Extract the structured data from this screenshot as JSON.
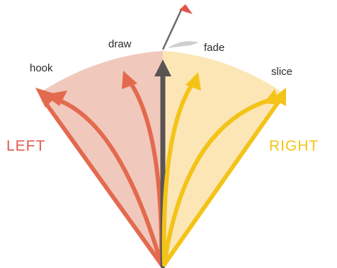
{
  "labels": {
    "hook": "hook",
    "draw": "draw",
    "fade": "fade",
    "slice": "slice",
    "left": "LEFT",
    "right": "RIGHT"
  },
  "colors": {
    "left_fill": "#f1c9bc",
    "right_fill": "#fde6b6",
    "left_arrow": "#e36a4f",
    "right_arrow": "#f4c318",
    "center_arrow": "#5b5454",
    "left_text": "#e05a4e",
    "right_text": "#f4c318",
    "flag_red": "#e0574a",
    "flag_gray": "#cfcfcf",
    "pole": "#6b6b6b"
  }
}
